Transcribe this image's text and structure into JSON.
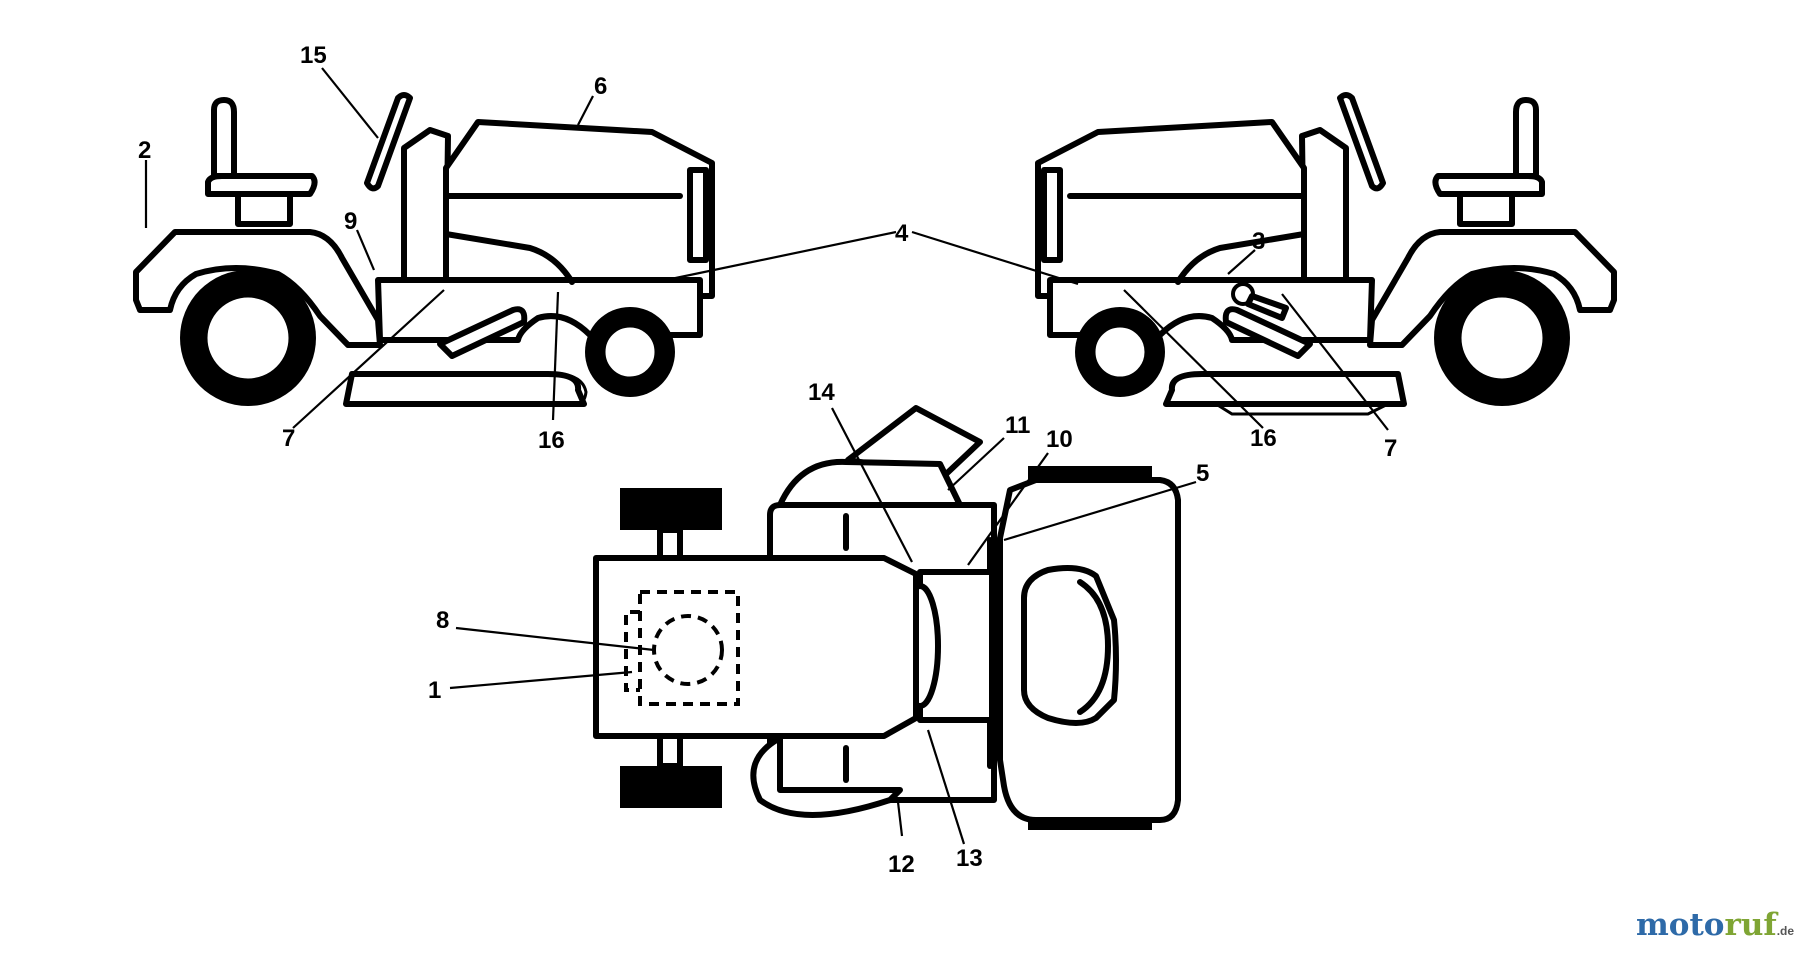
{
  "callouts": [
    "1",
    "2",
    "3",
    "4",
    "5",
    "6",
    "7",
    "8",
    "9",
    "10",
    "11",
    "12",
    "13",
    "14",
    "15",
    "16"
  ],
  "watermark": {
    "text_a": "moto",
    "text_b": "ruf",
    "suffix": ".de",
    "color_a": "#2e6aa8",
    "color_b": "#7fa534"
  }
}
